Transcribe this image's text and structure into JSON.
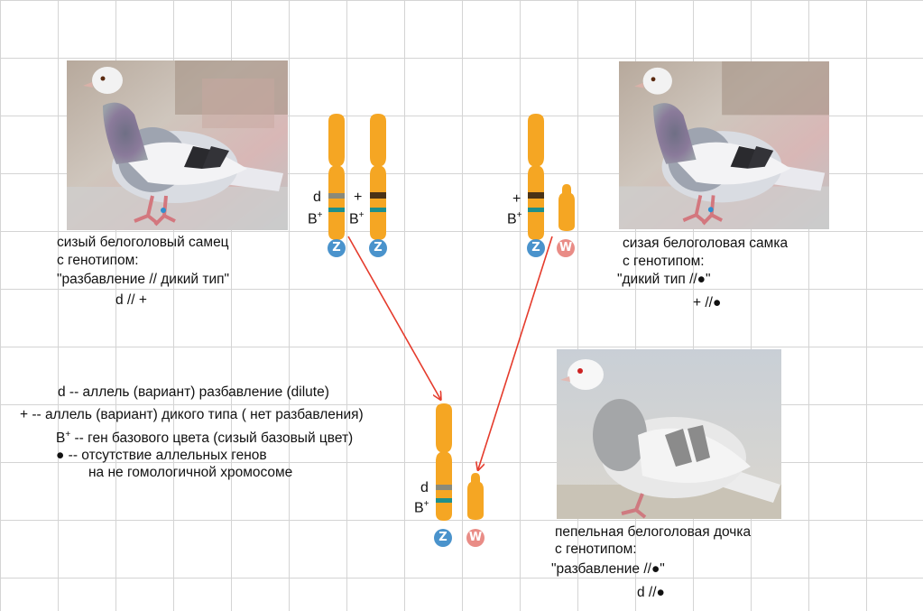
{
  "male": {
    "caption_line1": "сизый  белоголовый  самец",
    "caption_line2": "с генотипом:",
    "caption_line3": "\"разбавление // дикий  тип\"",
    "genotype": "d // +",
    "chrom1_top_label": "d",
    "chrom1_bottom_label": "B",
    "chrom2_top_label": "+",
    "chrom2_bottom_label": "B",
    "superscript": "+",
    "badge1": "Z",
    "badge2": "Z"
  },
  "female": {
    "caption_line1": "сизая  белоголовая  самка",
    "caption_line2": "с  генотипом:",
    "caption_line3": "\"дикий тип //●\"",
    "genotype": "+ //●",
    "chrom1_top_label": "+",
    "chrom1_bottom_label": "B",
    "superscript": "+",
    "badge1": "Z",
    "badge2": "W"
  },
  "daughter": {
    "caption_line1": "пепельная  белоголовая  дочка",
    "caption_line2": "с  генотипом:",
    "caption_line3": "\"разбавление //●\"",
    "genotype": "d //●",
    "chrom1_top_label": "d",
    "chrom1_bottom_label": "B",
    "superscript": "+",
    "badge1": "Z",
    "badge2": "W"
  },
  "legend": {
    "line1": "d -- аллель (вариант) разбавление (dilute)",
    "line2": "+ -- аллель (вариант) дикого типа ( нет разбавления)",
    "line3_prefix": "B",
    "line3_sup": "+",
    "line3_rest": "--  ген базового цвета (сизый базовый цвет)",
    "line4": "● --  отсутствие  аллельных генов",
    "line5": "на не гомологичной хромосоме"
  },
  "colors": {
    "chromosome": "#f5a623",
    "chromosome_dark": "#e08e0b",
    "band_gray": "#8a8a7a",
    "band_teal": "#1f8f8a",
    "band_brown": "#4a3216",
    "badge_z": "#4a93cc",
    "badge_w": "#e98c86",
    "arrow": "#e53b2c",
    "grid": "#d4d4d4"
  },
  "icons": {
    "male_photo": "pigeon-photo",
    "female_photo": "pigeon-photo",
    "daughter_photo": "pigeon-photo"
  }
}
